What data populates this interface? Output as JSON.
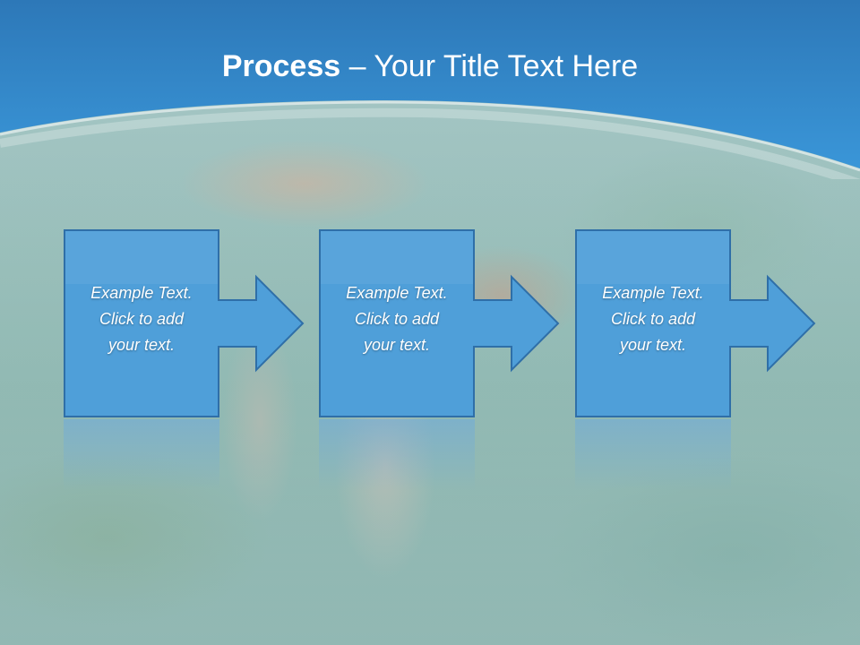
{
  "slide": {
    "title_bold": "Process",
    "title_rest": " – Your Title Text Here",
    "header_color": "#3a8fd0",
    "box_color": "#4f9fd9",
    "box_border": "#2f6fa8"
  },
  "steps": [
    {
      "line1": "Example Text.",
      "line2": "Click  to add",
      "line3": "your text."
    },
    {
      "line1": "Example Text.",
      "line2": "Click  to add",
      "line3": "your text."
    },
    {
      "line1": "Example Text.",
      "line2": "Click  to add",
      "line3": "your text."
    }
  ]
}
